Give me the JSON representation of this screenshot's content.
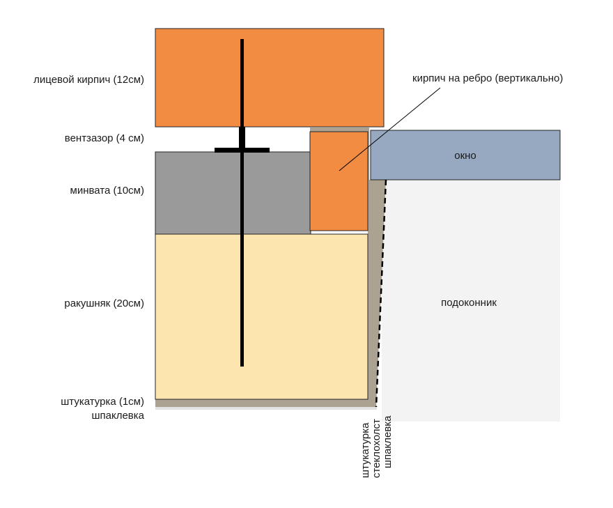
{
  "labels": {
    "facing_brick": "лицевой кирпич (12см)",
    "air_gap": "вентзазор (4 см)",
    "mineral_wool": "минвата (10см)",
    "shell_rock": "ракушняк (20см)",
    "plaster": "штукатурка (1см)",
    "putty": "шпаклевка",
    "brick_on_edge": "кирпич на ребро (вертикально)",
    "window": "окно",
    "windowsill": "подоконник",
    "slope_plaster": "штукатурка",
    "slope_fiberglass": "стеклохолст",
    "slope_putty": "шпаклевка"
  },
  "colors": {
    "brick": "#f28c42",
    "mineral_wool": "#9a9a9a",
    "shell_rock": "#fde5b0",
    "plaster": "#aba292",
    "putty": "#e2e2e2",
    "window": "#97a8c1",
    "windowsill_area": "#f3f3f3",
    "anchor": "#000000",
    "outline": "#222222"
  }
}
